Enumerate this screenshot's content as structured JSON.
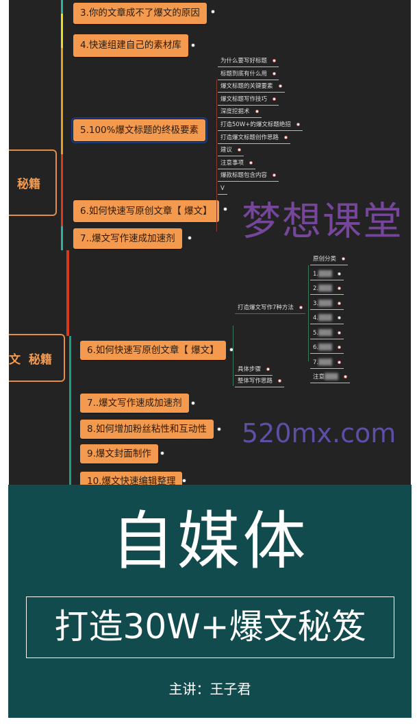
{
  "top_section": {
    "root_label": "秘籍",
    "nodes": [
      "3.你的文章成不了爆文的原因",
      "4.快速组建自己的素材库",
      "5.100%爆文标题的终极要素",
      "6.如何快速写原创文章【 爆文】",
      "7..爆文写作速成加速剂"
    ],
    "node5_children": [
      "为什么要写好标题",
      "标题到底有什么用",
      "爆文标题的关键要素",
      "爆文标题写作技巧",
      "深度挖掘术",
      "打造50W+的爆文标题绝招",
      "打造爆文标题创作思路",
      "建议",
      "注意事项",
      "爆款标题包含内容",
      "V"
    ]
  },
  "bottom_section": {
    "root_label": "文  秘籍",
    "nodes": [
      "6.如何快速写原创文章【 爆文】",
      "7..爆文写作速成加速剂",
      "8.如何增加粉丝粘性和互动性",
      "9.爆文封面制作",
      "10.爆文快速编辑整理"
    ],
    "method_label": "打造爆文写作7种方法",
    "method_children": [
      "原创分类",
      "1.",
      "2.",
      "3.",
      "4.",
      "5.",
      "6.",
      "7.",
      "注意"
    ],
    "other_children": [
      "具体步骤",
      "整体写作思路"
    ]
  },
  "watermark": {
    "title": "梦想课堂",
    "url": "520mx.com"
  },
  "banner": {
    "title": "自媒体",
    "subtitle": "打造30W+爆文秘笈",
    "presenter": "主讲：王子君"
  },
  "colors": {
    "node": "#f39a4e",
    "banner": "#124b4e",
    "watermark": "#8a4fb8"
  }
}
